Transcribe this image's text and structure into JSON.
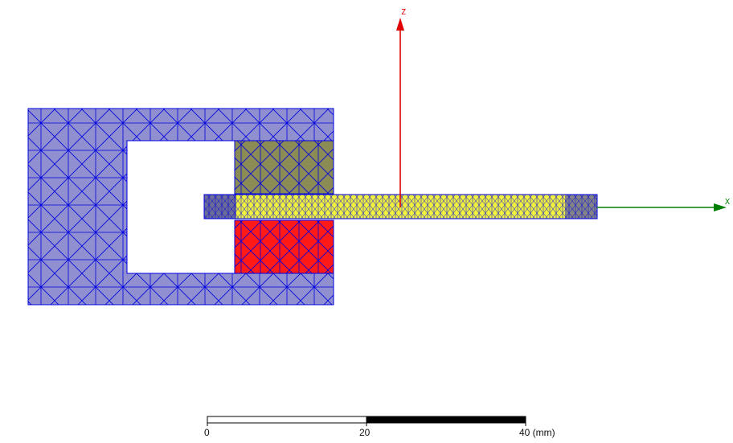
{
  "axes": {
    "z_label": "Z",
    "x_label": "X",
    "z_color": "#e00000",
    "x_color": "#008000"
  },
  "materials": {
    "core_color": "#9090d0",
    "upper_magnet_color": "#8b8b55",
    "lower_magnet_color": "#ff1a1a",
    "plate_color": "#f0f040",
    "mesh_line_color": "#0000e0"
  },
  "scale_bar": {
    "ticks": [
      "0",
      "20",
      "40 (mm)"
    ]
  }
}
